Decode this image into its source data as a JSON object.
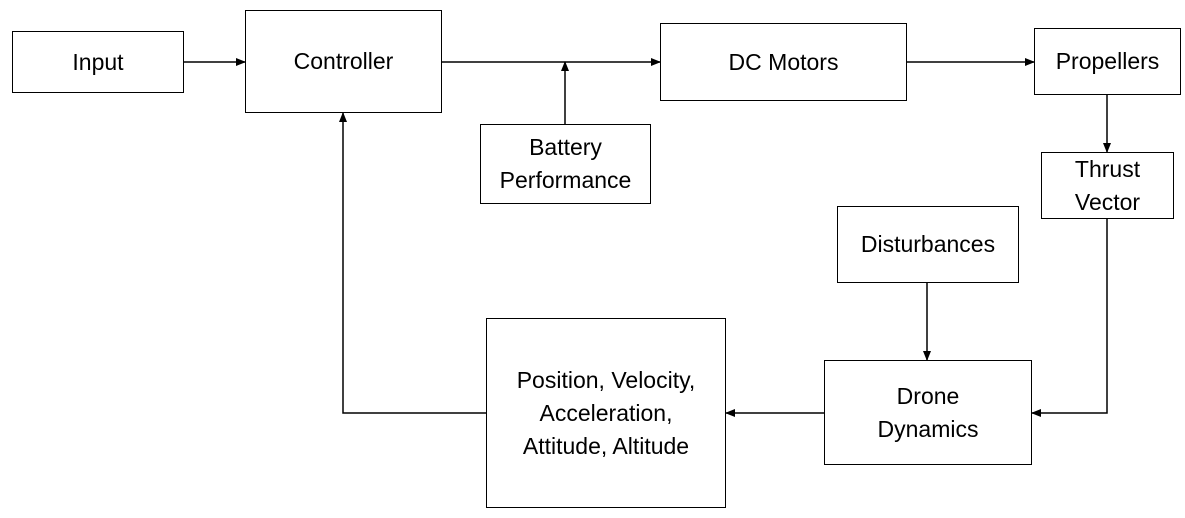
{
  "diagram": {
    "blocks": {
      "input": {
        "lines": [
          "Input"
        ]
      },
      "controller": {
        "lines": [
          "Controller"
        ]
      },
      "dc_motors": {
        "lines": [
          "DC Motors"
        ]
      },
      "propellers": {
        "lines": [
          "Propellers"
        ]
      },
      "battery": {
        "lines": [
          "Battery",
          "Performance"
        ]
      },
      "thrust": {
        "lines": [
          "Thrust",
          "Vector"
        ]
      },
      "disturbances": {
        "lines": [
          "Disturbances"
        ]
      },
      "drone_dynamics": {
        "lines": [
          "Drone",
          "Dynamics"
        ]
      },
      "states": {
        "lines": [
          "Position, Velocity,",
          "Acceleration,",
          "Attitude, Altitude"
        ]
      }
    },
    "connections": [
      {
        "from": "input",
        "to": "controller"
      },
      {
        "from": "controller",
        "to": "dc_motors"
      },
      {
        "from": "battery",
        "to": "controller-motors-link"
      },
      {
        "from": "dc_motors",
        "to": "propellers"
      },
      {
        "from": "propellers",
        "to": "thrust"
      },
      {
        "from": "thrust",
        "to": "drone_dynamics"
      },
      {
        "from": "disturbances",
        "to": "drone_dynamics"
      },
      {
        "from": "drone_dynamics",
        "to": "states"
      },
      {
        "from": "states",
        "to": "controller"
      }
    ]
  }
}
